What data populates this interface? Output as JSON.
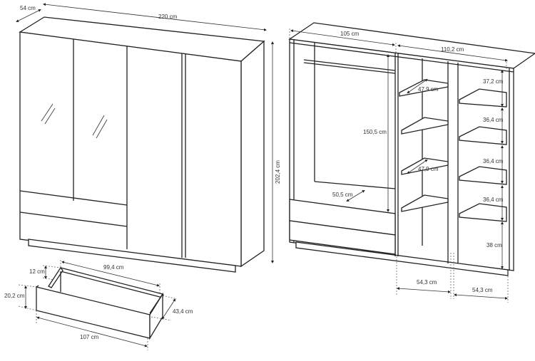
{
  "wardrobe_front": {
    "depth": "54 cm",
    "width": "220 cm",
    "height": "202,4 cm"
  },
  "wardrobe_interior": {
    "left_width": "105 cm",
    "right_width": "110,2 cm",
    "hanging_height": "150,5 cm",
    "left_drawer_depth": "50,5 cm",
    "shelf_depth_top": "47,9 cm",
    "shelf_depth_lower": "47,9 cm",
    "shelf_heights": [
      "37,2 cm",
      "36,4 cm",
      "36,4 cm",
      "36,4 cm",
      "38 cm"
    ],
    "bottom_width_middle": "54,3 cm",
    "bottom_width_right": "54,3 cm"
  },
  "drawer": {
    "inner_height": "12 cm",
    "inner_width": "99,4 cm",
    "front_height": "20,2 cm",
    "depth": "43,4 cm",
    "front_width": "107 cm"
  }
}
